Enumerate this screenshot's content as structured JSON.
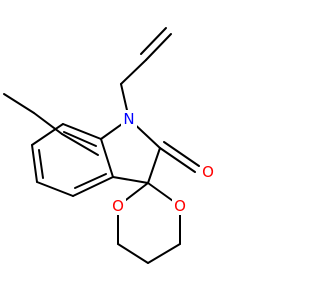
{
  "molecule": {
    "atoms": [
      {
        "id": "N1",
        "label": "N",
        "color": "#0000ff"
      },
      {
        "id": "O_carbonyl",
        "label": "O",
        "color": "#ff0000"
      },
      {
        "id": "O_ring_left",
        "label": "O",
        "color": "#ff0000"
      },
      {
        "id": "O_ring_right",
        "label": "O",
        "color": "#ff0000"
      }
    ]
  }
}
